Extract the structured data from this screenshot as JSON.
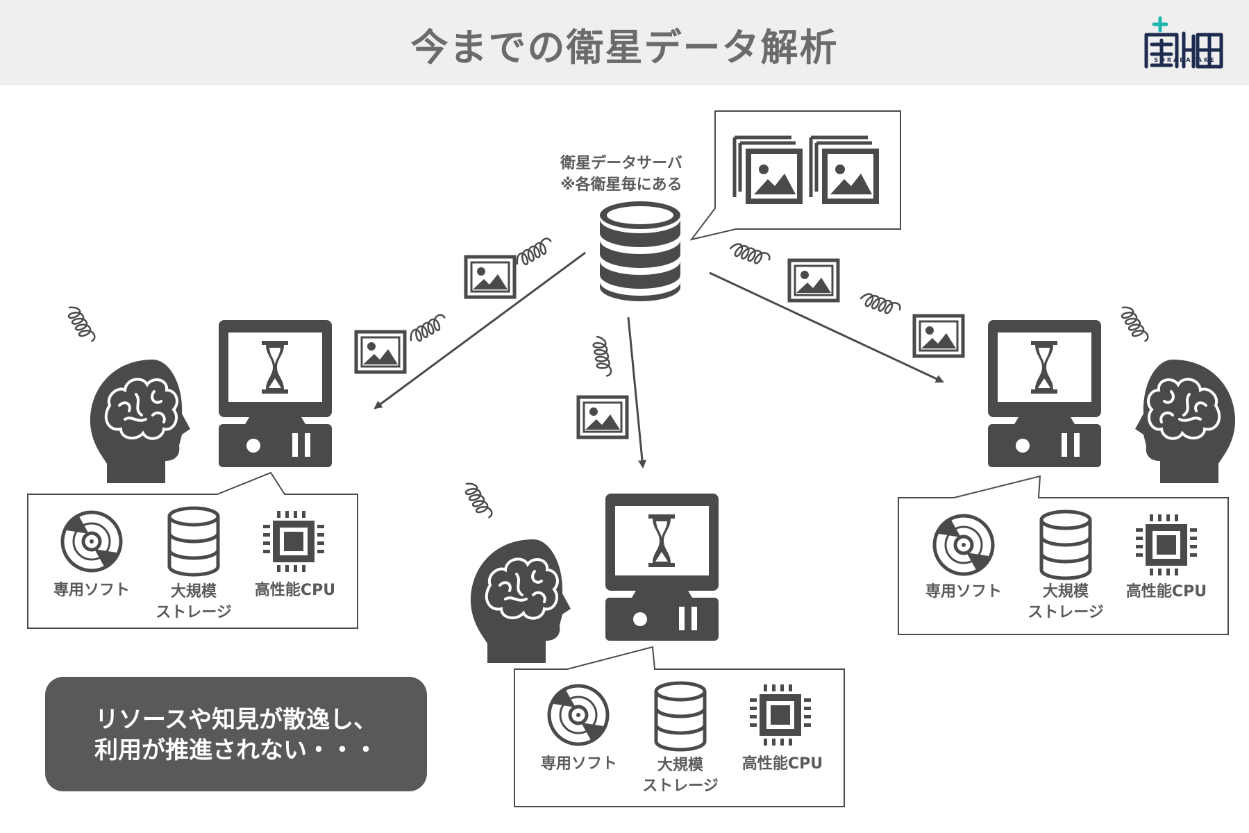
{
  "header": {
    "title": "今までの衛星データ解析"
  },
  "logo": {
    "text": "SORABATAKE",
    "mark": "宙畑"
  },
  "server": {
    "line1": "衛星データサーバ",
    "line2": "※各衛星毎にある"
  },
  "spec_labels": {
    "software": "専用ソフト",
    "storage_line1": "大規模",
    "storage_line2": "ストレージ",
    "cpu": "高性能CPU"
  },
  "banner": {
    "line1": "リソースや知見が散逸し、",
    "line2": "利用が推進されない・・・"
  },
  "colors": {
    "icon": "#4a4a4a",
    "header_bg": "#efefef",
    "banner_bg": "#595959",
    "logo_navy": "#1d2b4f",
    "logo_teal": "#1fb5b0"
  }
}
